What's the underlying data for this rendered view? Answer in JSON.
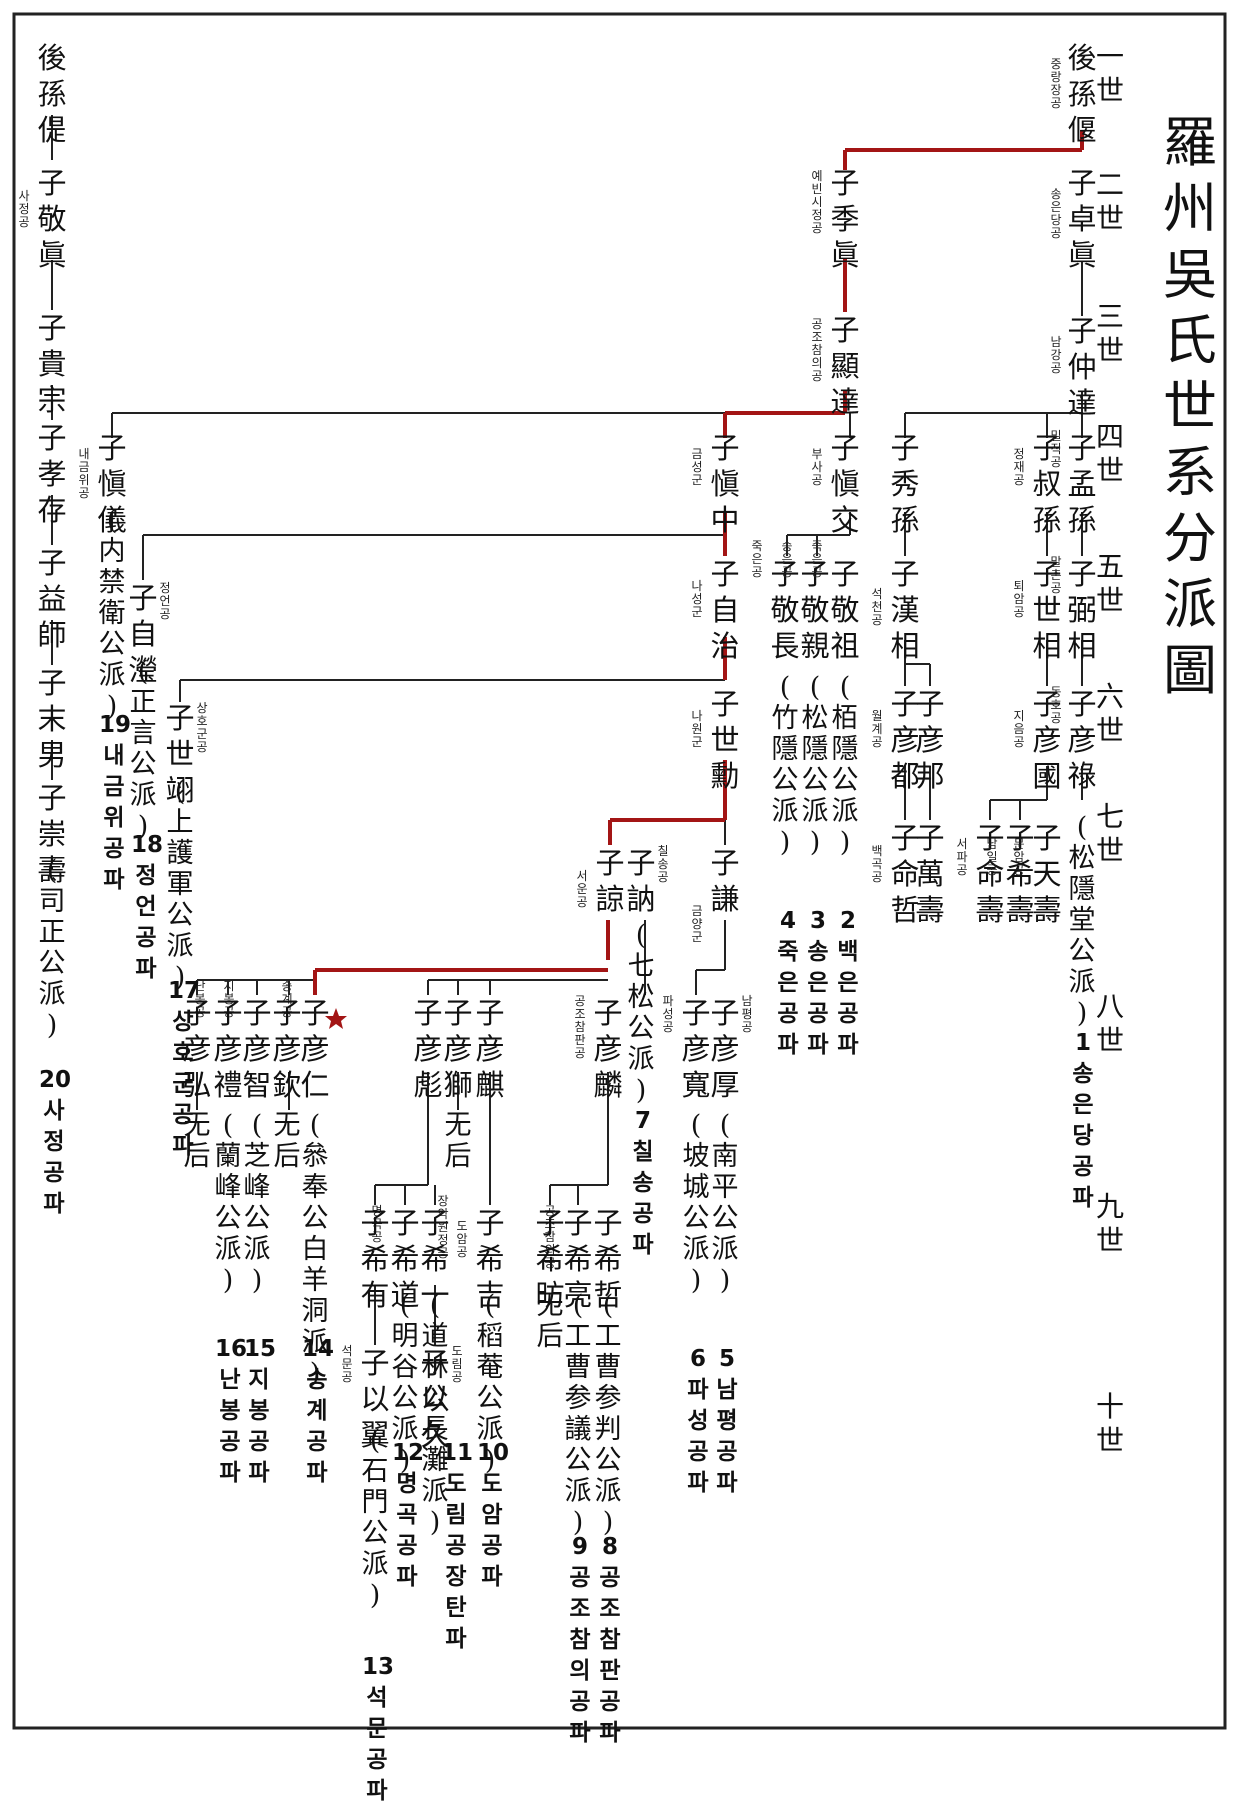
{
  "title": "羅州吳氏世系分派圖",
  "generations": [
    "一世",
    "二世",
    "三世",
    "四世",
    "五世",
    "六世",
    "七世",
    "八世",
    "九世",
    "十世"
  ],
  "persons": [
    {
      "id": "p1",
      "text": "後孫偃",
      "role": "중랑장공"
    },
    {
      "id": "p2",
      "text": "子卓眞",
      "role": "송은당공"
    },
    {
      "id": "p3",
      "text": "子仲達",
      "role": "남강공"
    },
    {
      "id": "p4",
      "text": "子季眞",
      "role": "예빈시정공"
    },
    {
      "id": "p5",
      "text": "子顯達",
      "role": "공조참의공"
    },
    {
      "id": "p6",
      "text": "子愼交",
      "role": "부사공"
    },
    {
      "id": "p7",
      "text": "子愼中",
      "role": "금성군"
    },
    {
      "id": "p8",
      "text": "子愼儀",
      "role": "내금위공"
    },
    {
      "id": "p9",
      "text": "子秀孫",
      "role": ""
    },
    {
      "id": "p10",
      "text": "子叔孫",
      "role": "정재공"
    },
    {
      "id": "p11",
      "text": "子孟孫",
      "role": "밀직공"
    },
    {
      "id": "p12",
      "text": "子自治",
      "role": "나성군"
    },
    {
      "id": "p13",
      "text": "子自瀅",
      "role": "정언공"
    },
    {
      "id": "p14",
      "text": "子漢相",
      "role": "석천공"
    },
    {
      "id": "p15",
      "text": "子世相",
      "role": "퇴암공"
    },
    {
      "id": "p16",
      "text": "子弼相",
      "role": "말촌공"
    },
    {
      "id": "p17",
      "text": "子世勳",
      "role": "나원군"
    },
    {
      "id": "p18",
      "text": "子世翊",
      "role": "상호군공"
    },
    {
      "id": "p19",
      "text": "子彦都",
      "role": "월계공"
    },
    {
      "id": "p20",
      "text": "子彦邦",
      "role": ""
    },
    {
      "id": "p21",
      "text": "子彦國",
      "role": "지음공"
    },
    {
      "id": "p22",
      "text": "子彦祿",
      "role": "동호공"
    },
    {
      "id": "p23",
      "text": "子命哲",
      "role": "백곡공"
    },
    {
      "id": "p24",
      "text": "子萬壽",
      "role": ""
    },
    {
      "id": "p25",
      "text": "子命壽",
      "role": "서파공"
    },
    {
      "id": "p26",
      "text": "子希壽",
      "role": "남일공"
    },
    {
      "id": "p27",
      "text": "子天壽",
      "role": "문암공"
    },
    {
      "id": "p28",
      "text": "子謙",
      "role": "금양군"
    },
    {
      "id": "p29",
      "text": "子訥",
      "role": "칠송공"
    },
    {
      "id": "p30",
      "text": "子諒",
      "role": "서운공"
    },
    {
      "id": "p31",
      "text": "子彦厚",
      "role": "남평공"
    },
    {
      "id": "p32",
      "text": "子彦寬",
      "role": "파성공"
    },
    {
      "id": "p33",
      "text": "子彦麟",
      "role": "공조참판공"
    },
    {
      "id": "p34",
      "text": "子彦麒",
      "role": ""
    },
    {
      "id": "p35",
      "text": "子彦獅",
      "role": ""
    },
    {
      "id": "p36",
      "text": "子彦彪",
      "role": ""
    },
    {
      "id": "p37",
      "text": "子彦仁",
      "role": "송계공"
    },
    {
      "id": "p38",
      "text": "子彦欽",
      "role": ""
    },
    {
      "id": "p39",
      "text": "子彦智",
      "role": "지봉공"
    },
    {
      "id": "p40",
      "text": "子彦禮",
      "role": "난봉공"
    },
    {
      "id": "p41",
      "text": "子彦弘",
      "role": ""
    },
    {
      "id": "p42",
      "text": "子希哲",
      "role": ""
    },
    {
      "id": "p43",
      "text": "子希亮",
      "role": "공조참의공"
    },
    {
      "id": "p44",
      "text": "子希昉",
      "role": ""
    },
    {
      "id": "p45",
      "text": "子希吉",
      "role": "도암공"
    },
    {
      "id": "p46",
      "text": "子希一",
      "role": "장악원정공"
    },
    {
      "id": "p47",
      "text": "子希道",
      "role": "명곡공"
    },
    {
      "id": "p48",
      "text": "子希有",
      "role": ""
    },
    {
      "id": "p49",
      "text": "子以久",
      "role": "도림공"
    },
    {
      "id": "p50",
      "text": "子以翼",
      "role": "석문공"
    },
    {
      "id": "p51",
      "text": "後孫偍",
      "role": ""
    },
    {
      "id": "p52",
      "text": "子敬眞",
      "role": "사정공"
    },
    {
      "id": "p53",
      "text": "子貴宗",
      "role": ""
    },
    {
      "id": "p54",
      "text": "子孝存",
      "role": ""
    },
    {
      "id": "p55",
      "text": "子益師",
      "role": ""
    },
    {
      "id": "p56",
      "text": "子末男",
      "role": ""
    },
    {
      "id": "p57",
      "text": "子崇壽",
      "role": ""
    },
    {
      "id": "p58",
      "text": "子敬長",
      "role": "죽은공"
    },
    {
      "id": "p59",
      "text": "子敬親",
      "role": "송은공"
    },
    {
      "id": "p60",
      "text": "子敬祖",
      "role": "죽은공"
    }
  ],
  "branch_notes": [
    {
      "id": "n1",
      "text": "(松隱堂公派)"
    },
    {
      "id": "n2",
      "text": "(栢隱公派)"
    },
    {
      "id": "n3",
      "text": "(松隱公派)"
    },
    {
      "id": "n4",
      "text": "(竹隱公派)"
    },
    {
      "id": "n5",
      "text": "(南平公派)"
    },
    {
      "id": "n6",
      "text": "(坡城公派)"
    },
    {
      "id": "n7",
      "text": "(七松公派)"
    },
    {
      "id": "n8",
      "text": "(工曹参判公派)"
    },
    {
      "id": "n9",
      "text": "(工曹参議公派)"
    },
    {
      "id": "n10",
      "text": "(稻菴公派)"
    },
    {
      "id": "n11",
      "text": "(道林公長灘派)"
    },
    {
      "id": "n12",
      "text": "(明谷公派)"
    },
    {
      "id": "n13",
      "text": "(石門公派)"
    },
    {
      "id": "n14",
      "text": "(叅奉公白羊洞派)"
    },
    {
      "id": "n15",
      "text": "(芝峰公派)"
    },
    {
      "id": "n16",
      "text": "(蘭峰公派)"
    },
    {
      "id": "n17",
      "text": "(上護軍公派)"
    },
    {
      "id": "n18",
      "text": "(正言公派)"
    },
    {
      "id": "n19",
      "text": "(内禁衛公派)"
    },
    {
      "id": "n20",
      "text": "(司正公派)"
    }
  ],
  "wuhu": "无后",
  "branches": [
    {
      "id": "b1",
      "text": "1송은당공파"
    },
    {
      "id": "b2",
      "text": "2백은공파"
    },
    {
      "id": "b3",
      "text": "3송은공파"
    },
    {
      "id": "b4",
      "text": "4죽은공파"
    },
    {
      "id": "b5",
      "text": "5남평공파"
    },
    {
      "id": "b6",
      "text": "6파성공파"
    },
    {
      "id": "b7",
      "text": "7칠송공파"
    },
    {
      "id": "b8",
      "text": "8공조참판공파"
    },
    {
      "id": "b9",
      "text": "9공조참의공파"
    },
    {
      "id": "b10",
      "text": "10도암공파"
    },
    {
      "id": "b11",
      "text": "11도림공장탄파"
    },
    {
      "id": "b12",
      "text": "12명곡공파"
    },
    {
      "id": "b13",
      "text": "13석문공파"
    },
    {
      "id": "b14",
      "text": "14송계공파"
    },
    {
      "id": "b15",
      "text": "15지봉공파"
    },
    {
      "id": "b16",
      "text": "16난봉공파"
    },
    {
      "id": "b17",
      "text": "17상호군공파"
    },
    {
      "id": "b18",
      "text": "18정언공파"
    },
    {
      "id": "b19",
      "text": "19내금위공파"
    },
    {
      "id": "b20",
      "text": "20사정공파"
    }
  ],
  "colors": {
    "line": "#222222",
    "highlight": "#a31515",
    "box": "#555555"
  }
}
